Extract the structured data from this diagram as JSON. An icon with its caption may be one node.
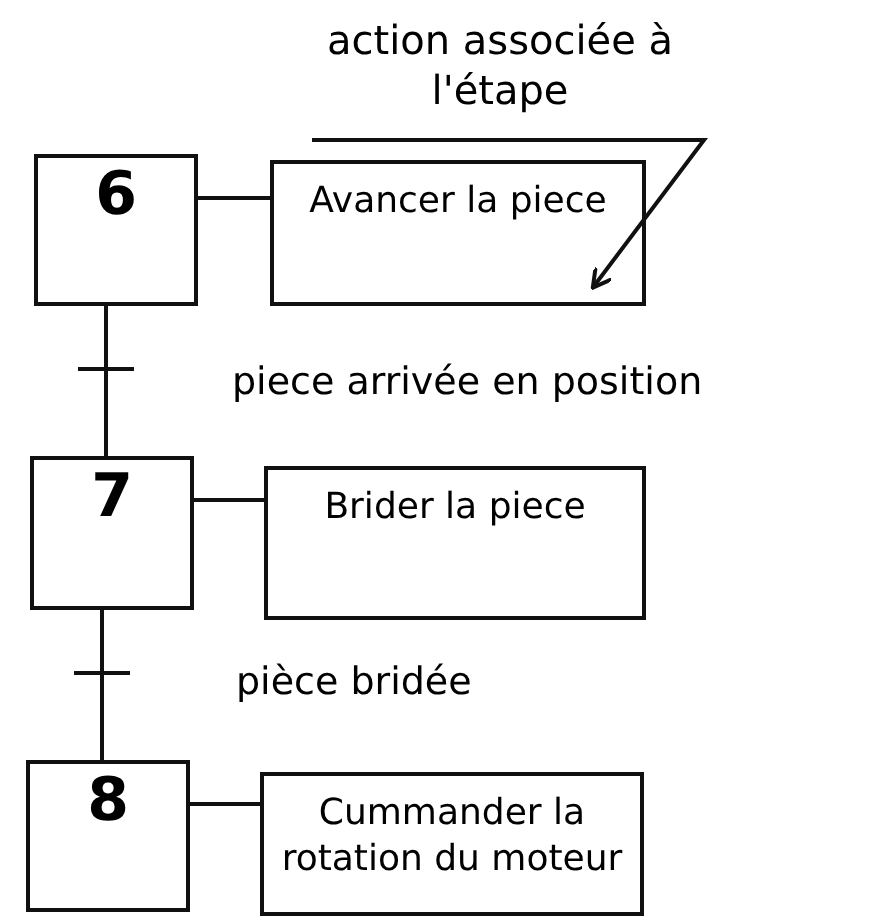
{
  "diagram": {
    "nodes": [
      {
        "text": [
          "action associée à l'étape"
        ]
      },
      {
        "text": [
          "6"
        ]
      },
      {
        "text": [
          "Avancer la piece"
        ]
      },
      {
        "text": [
          "7"
        ]
      },
      {
        "text": [
          "Brider la piece"
        ]
      },
      {
        "text": [
          "8"
        ]
      },
      {
        "text": [
          "Cummander la rotation du moteur"
        ]
      }
    ],
    "edges": [
      {
        "from": 1,
        "to": 2,
        "arrow": "none"
      },
      {
        "from": 1,
        "to": 3,
        "arrow": "none",
        "label": "piece arrivée en position"
      },
      {
        "from": 3,
        "to": 4,
        "arrow": "none"
      },
      {
        "from": 3,
        "to": 5,
        "arrow": "none",
        "label": "pièce bridée"
      },
      {
        "from": 5,
        "to": 6,
        "arrow": "none"
      },
      {
        "from": 0,
        "to": 2,
        "arrow": "to"
      }
    ]
  }
}
